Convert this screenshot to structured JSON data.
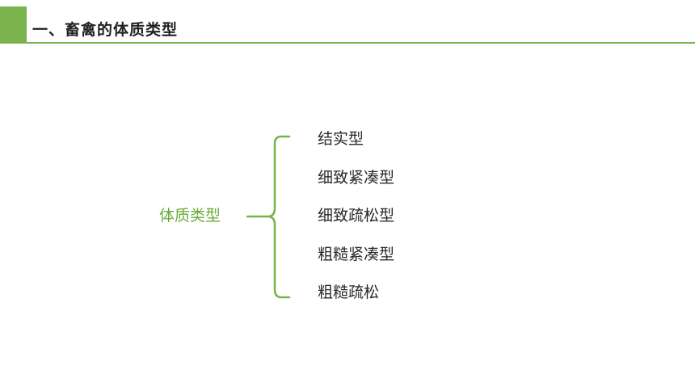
{
  "header": {
    "title": "一、畜禽的体质类型",
    "accent_color": "#7ab24c"
  },
  "diagram": {
    "root_label": "体质类型",
    "root_color": "#6aaa3a",
    "branches": [
      {
        "label": "结实型"
      },
      {
        "label": "细致紧凑型"
      },
      {
        "label": "细致疏松型"
      },
      {
        "label": "粗糙紧凑型"
      },
      {
        "label": "粗糙疏松"
      }
    ]
  }
}
